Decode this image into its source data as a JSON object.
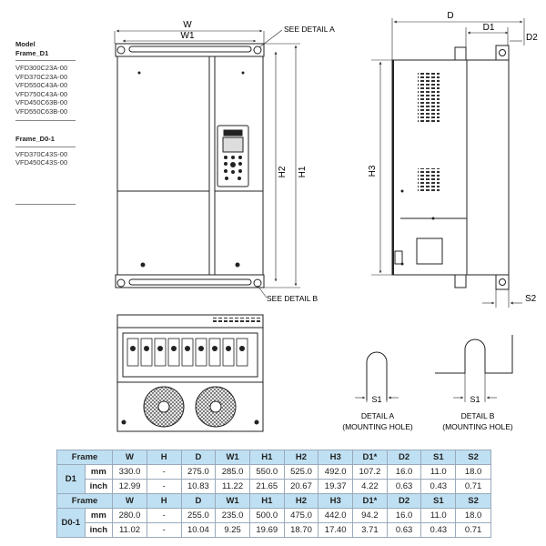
{
  "sidebar": {
    "group1_header": [
      "Model",
      "Frame_D1"
    ],
    "group1_models": [
      "VFD300C23A-00",
      "VFD370C23A-00",
      "VFD550C43A-00",
      "VFD750C43A-00",
      "VFD450C63B-00",
      "VFD550C63B-00"
    ],
    "group2_header": "Frame_D0-1",
    "group2_models": [
      "VFD370C43S-00",
      "VFD450C43S-00"
    ]
  },
  "drawing": {
    "dim_w": "W",
    "dim_w1": "W1",
    "dim_h1": "H1",
    "dim_h2": "H2",
    "dim_h3": "H3",
    "dim_d": "D",
    "dim_d1": "D1",
    "dim_d2": "D2",
    "dim_s1": "S1",
    "dim_s2": "S2",
    "see_detail_a": "SEE DETAIL A",
    "see_detail_b": "SEE DETAIL B",
    "detail_a_title": "DETAIL A",
    "detail_a_sub": "(MOUNTING HOLE)",
    "detail_b_title": "DETAIL B",
    "detail_b_sub": "(MOUNTING HOLE)"
  },
  "table": {
    "columns": [
      "Frame",
      "W",
      "H",
      "D",
      "W1",
      "H1",
      "H2",
      "H3",
      "D1*",
      "D2",
      "S1",
      "S2"
    ],
    "frames": [
      {
        "frame": "D1",
        "rows": [
          {
            "unit": "mm",
            "values": [
              "330.0",
              "-",
              "275.0",
              "285.0",
              "550.0",
              "525.0",
              "492.0",
              "107.2",
              "16.0",
              "11.0",
              "18.0"
            ]
          },
          {
            "unit": "inch",
            "values": [
              "12.99",
              "-",
              "10.83",
              "11.22",
              "21.65",
              "20.67",
              "19.37",
              "4.22",
              "0.63",
              "0.43",
              "0.71"
            ]
          }
        ]
      },
      {
        "frame": "D0-1",
        "rows": [
          {
            "unit": "mm",
            "values": [
              "280.0",
              "-",
              "255.0",
              "235.0",
              "500.0",
              "475.0",
              "442.0",
              "94.2",
              "16.0",
              "11.0",
              "18.0"
            ]
          },
          {
            "unit": "inch",
            "values": [
              "11.02",
              "-",
              "10.04",
              "9.25",
              "19.69",
              "18.70",
              "17.40",
              "3.71",
              "0.63",
              "0.43",
              "0.71"
            ]
          }
        ]
      }
    ]
  }
}
